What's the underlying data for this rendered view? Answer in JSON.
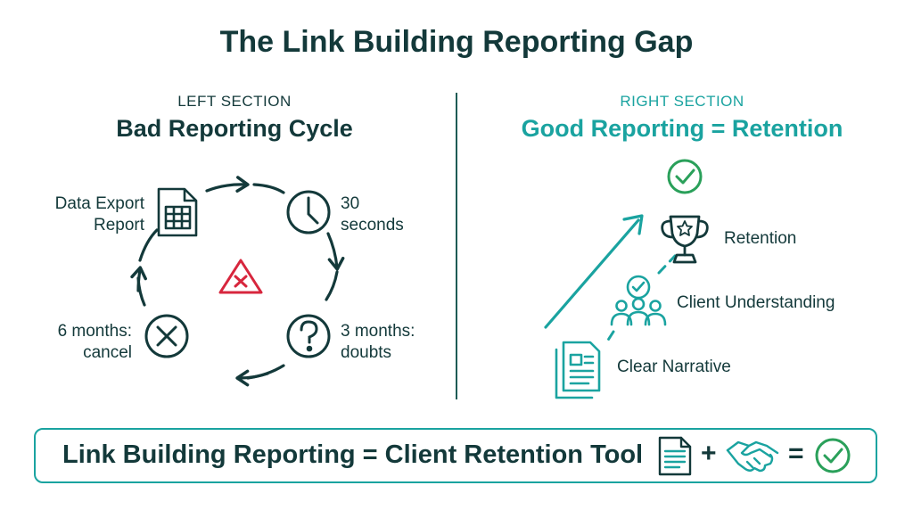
{
  "title": "The Link Building Reporting Gap",
  "left": {
    "label": "LEFT SECTION",
    "heading": "Bad Reporting Cycle",
    "steps": [
      {
        "line1": "Data Export",
        "line2": "Report",
        "icon": "spreadsheet-icon"
      },
      {
        "line1": "30",
        "line2": "seconds",
        "icon": "clock-icon"
      },
      {
        "line1": "3 months:",
        "line2": "doubts",
        "icon": "question-icon"
      },
      {
        "line1": "6 months:",
        "line2": "cancel",
        "icon": "x-circle-icon"
      }
    ],
    "center_icon": "warning-icon"
  },
  "right": {
    "label": "RIGHT SECTION",
    "heading": "Good Reporting = Retention",
    "steps": [
      {
        "label": "Retention",
        "icon": "trophy-icon"
      },
      {
        "label": "Client Understanding",
        "icon": "client-group-icon"
      },
      {
        "label": "Clear Narrative",
        "icon": "document-icon"
      }
    ],
    "top_icon": "check-circle-icon"
  },
  "footer": {
    "text": "Link Building Reporting = Client Retention Tool",
    "plus": "+",
    "equals": "="
  },
  "colors": {
    "dark": "#13393a",
    "teal": "#1aa3a0",
    "green": "#2aa05a",
    "red": "#d7263d"
  }
}
